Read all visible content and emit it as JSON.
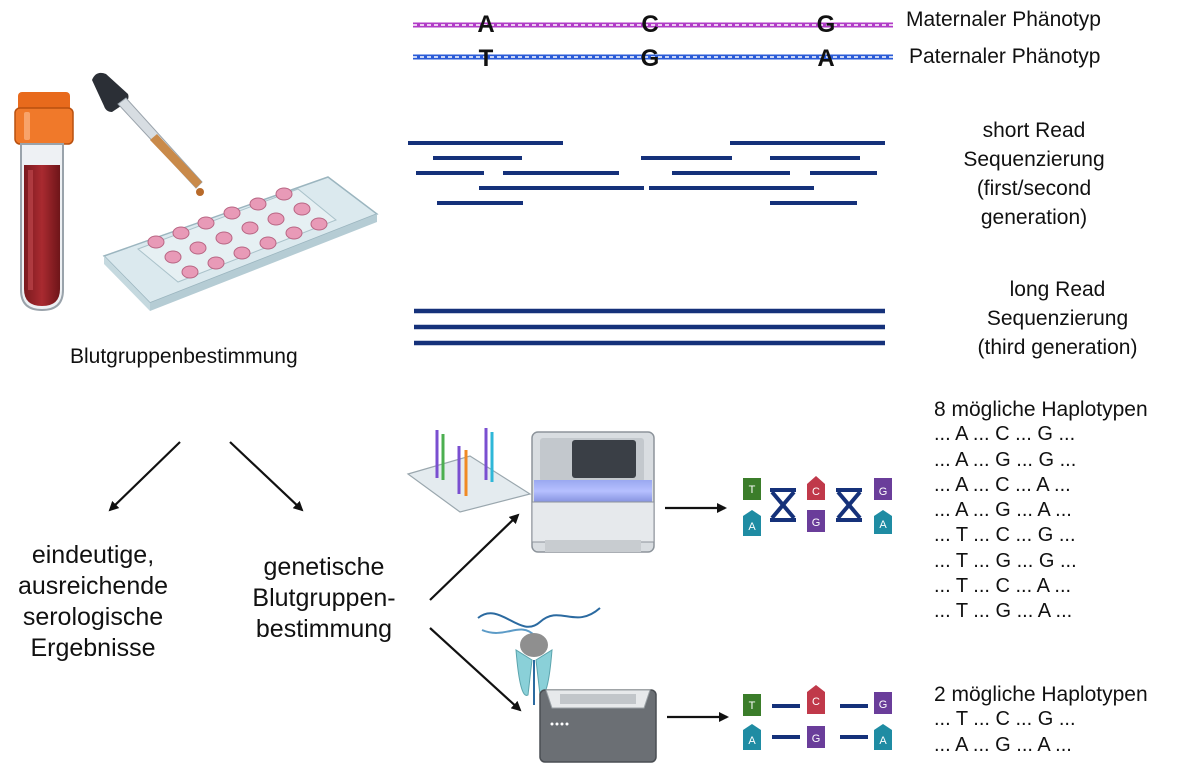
{
  "phenotypes": {
    "maternal": {
      "label": "Maternaler Phänotyp",
      "bases": [
        "A",
        "C",
        "G"
      ],
      "color": "#b13cc7"
    },
    "paternal": {
      "label": "Paternaler Phänotyp",
      "bases": [
        "T",
        "G",
        "A"
      ],
      "color": "#2a5bd7"
    }
  },
  "short_read_label": [
    "short Read",
    "Sequenzierung",
    "(first/second",
    "generation)"
  ],
  "long_read_label": [
    "long Read",
    "Sequenzierung",
    "(third generation)"
  ],
  "read_color": "#15317a",
  "blood_typing_label": "Blutgruppenbestimmung",
  "outcome_serological": [
    "eindeutige,",
    "ausreichende",
    "serologische",
    "Ergebnisse"
  ],
  "outcome_genetic": [
    "genetische",
    "Blutgruppen-",
    "bestimmung"
  ],
  "haplotypes_8": {
    "title": "8 mögliche Haplotypen",
    "items": [
      "... A ... C ... G ...",
      "... A ... G ... G ...",
      "... A ... C ... A ...",
      "... A ... G ... A ...",
      "... T ... C ... G ...",
      "... T ... G ... G ...",
      "... T ... C ... A ...",
      "... T ... G ... A ..."
    ]
  },
  "haplotypes_2": {
    "title": "2 mögliche Haplotypen",
    "items": [
      "... T ... C ... G ...",
      "... A ... G ... A ..."
    ]
  },
  "nucleotide_tags": {
    "short": {
      "top": [
        "T",
        "C",
        "G"
      ],
      "bottom": [
        "A",
        "G",
        "A"
      ]
    },
    "long": {
      "top": [
        "T",
        "C",
        "G"
      ],
      "bottom": [
        "A",
        "G",
        "A"
      ]
    },
    "colors": {
      "T": "#3b7d2a",
      "C": "#c0394a",
      "G": "#6a3d9a",
      "A": "#1f8ca3"
    }
  }
}
